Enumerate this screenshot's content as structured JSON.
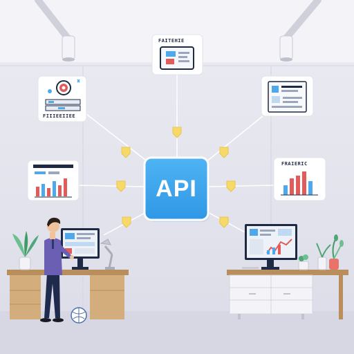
{
  "hub": {
    "label": "API"
  },
  "cards": {
    "top_caption": "FAITEHIE",
    "top_left_caption": "FIIIEEIIEE",
    "right_caption": "FRAIERIC"
  },
  "colors": {
    "hub": "#3aa3ee",
    "connector_node": "#f7d96a",
    "background": "#e9e9f1",
    "desk": "#c9a77a"
  }
}
